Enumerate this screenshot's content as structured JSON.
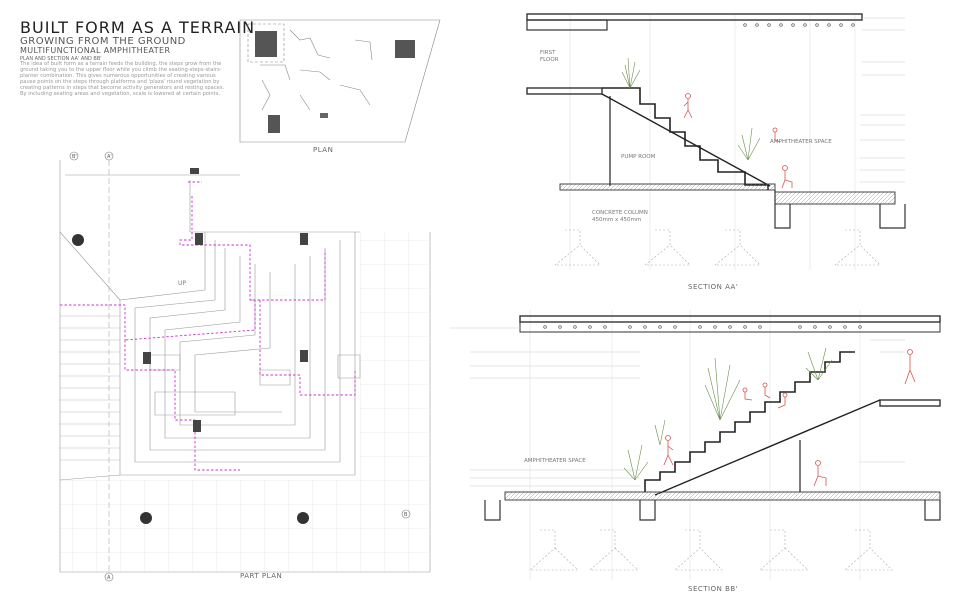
{
  "header": {
    "title": "BUILT FORM AS A TERRAIN",
    "subtitle": "GROWING FROM THE GROUND",
    "subtitle2": "MULTIFUNCTIONAL AMPHITHEATER",
    "subtitle3": "PLAN AND SECTION AA' AND BB'",
    "description": "The idea of built form as a terrain feeds the building, the steps grow from the ground taking you to the upper floor while you climb the seating-steps-stairs-planter combination. This gives numerous opportunities of creating various pause points on the steps through platforms and 'plaza' round vegetation by creating patterns in steps that become activity generators and resting spaces. By including seating areas and vegetation, scale is lowered at certain points."
  },
  "captions": {
    "plan": "PLAN",
    "part_plan": "PART PLAN",
    "section_aa": "SECTION AA'",
    "section_bb": "SECTION BB'"
  },
  "section_labels": {
    "first_floor": [
      "FIRST",
      "FLOOR"
    ],
    "pump_room": "PUMP ROOM",
    "amphitheater_aa": "AMPHITHEATER SPACE",
    "concrete_column": [
      "CONCRETE COLUMN",
      "450mm x 450mm"
    ],
    "amphitheater_bb": "AMPHITHEATER SPACE"
  },
  "plan_labels": {
    "up": "UP",
    "marker_a": "A",
    "marker_a_prime": "A'",
    "marker_b": "B",
    "marker_b_prime": "B'"
  },
  "colors": {
    "line": "#555555",
    "light_line": "#bbbbbb",
    "dashed_path": "#cc33cc",
    "figure": "#d9534f",
    "column_fill": "#444444",
    "plant": "#6a8f4e"
  }
}
